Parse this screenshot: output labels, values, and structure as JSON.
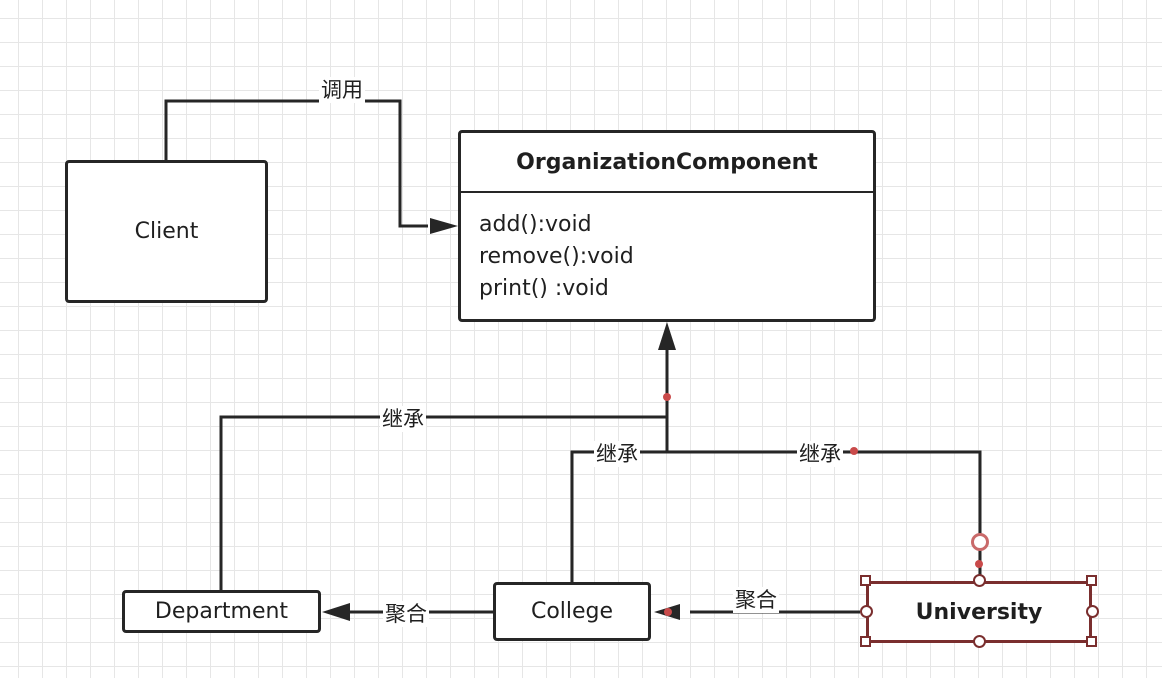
{
  "nodes": {
    "client": "Client",
    "organization_component": {
      "title": "OrganizationComponent",
      "methods": [
        "add():void",
        "remove():void",
        "print() :void"
      ]
    },
    "department": "Department",
    "college": "College",
    "university": "University"
  },
  "edges": {
    "client_to_component": "调用",
    "department_inherits": "继承",
    "college_inherits": "继承",
    "university_inherits": "继承",
    "college_aggregates_department": "聚合",
    "university_aggregates_college": "聚合"
  },
  "selected_node": "University",
  "colors": {
    "line": "#262626",
    "selection": "#7a2e2e",
    "anchor_dot": "#c94a4a",
    "grid": "#e6e6e6"
  }
}
